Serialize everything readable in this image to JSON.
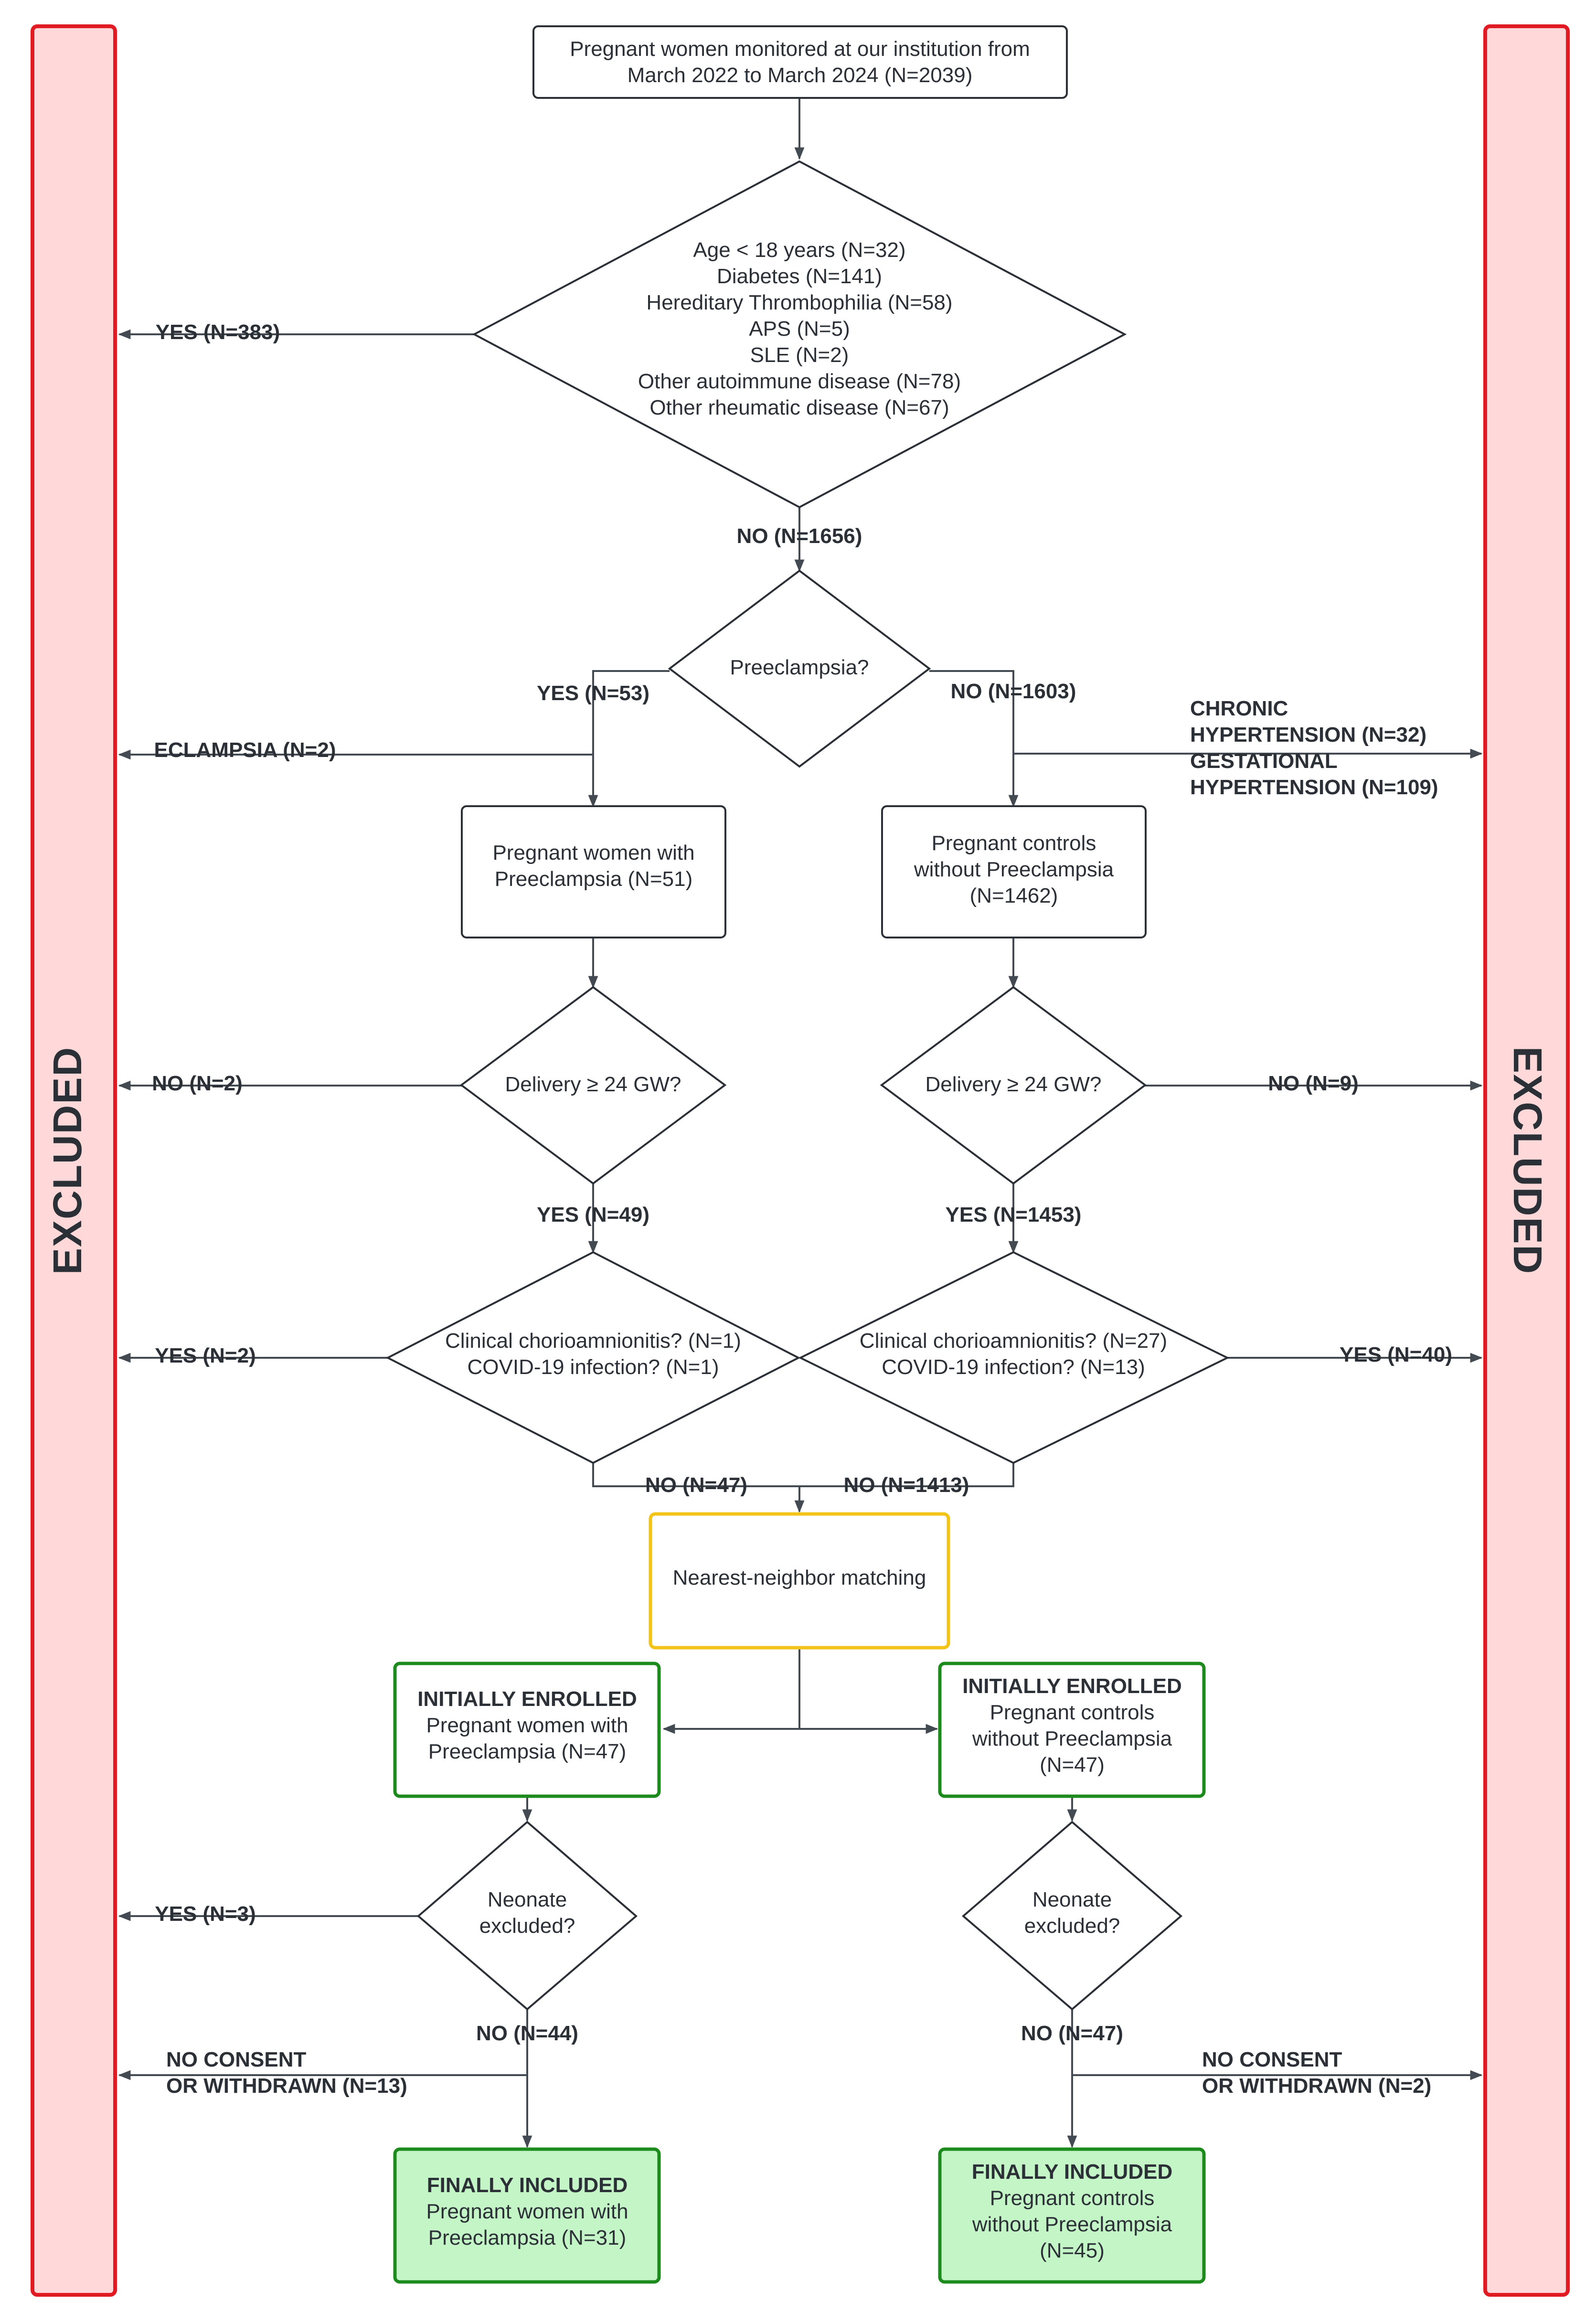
{
  "colors": {
    "excluded_fill": "#ffd9d9",
    "excluded_stroke": "#e01b24",
    "line": "#444a52",
    "matching_stroke": "#f2c318",
    "green_stroke": "#1d8a1d",
    "final_fill": "#c4f5c6",
    "text": "#2b2f36"
  },
  "excluded": {
    "left": "EXCLUDED",
    "right": "EXCLUDED"
  },
  "start": {
    "line1": "Pregnant women monitored at our institution from",
    "line2": "March 2022 to March 2024 (N=2039)"
  },
  "criteria": {
    "lines": [
      "Age < 18 years (N=32)",
      "Diabetes (N=141)",
      "Hereditary Thrombophilia (N=58)",
      "APS (N=5)",
      "SLE (N=2)",
      "Other autoimmune disease (N=78)",
      "Other rheumatic disease (N=67)"
    ],
    "yes": "YES (N=383)",
    "no": "NO (N=1656)"
  },
  "preeclampsia": {
    "question": "Preeclampsia?",
    "yes": "YES (N=53)",
    "no": "NO (N=1603)"
  },
  "eclampsia": "ECLAMPSIA (N=2)",
  "hypertension": [
    "CHRONIC",
    "HYPERTENSION (N=32)",
    "GESTATIONAL",
    "HYPERTENSION (N=109)"
  ],
  "pe_group": {
    "line1": "Pregnant women with",
    "line2": "Preeclampsia (N=51)"
  },
  "ctrl_group": {
    "line1": "Pregnant controls",
    "line2": "without Preeclampsia",
    "line3": "(N=1462)"
  },
  "delivery_left": {
    "question": "Delivery ≥ 24 GW?",
    "no": "NO (N=2)",
    "yes": "YES (N=49)"
  },
  "delivery_right": {
    "question": "Delivery ≥ 24 GW?",
    "no": "NO (N=9)",
    "yes": "YES (N=1453)"
  },
  "chorio_left": {
    "line1": "Clinical chorioamnionitis? (N=1)",
    "line2": "COVID-19 infection? (N=1)",
    "yes": "YES (N=2)",
    "no": "NO (N=47)"
  },
  "chorio_right": {
    "line1": "Clinical chorioamnionitis? (N=27)",
    "line2": "COVID-19 infection? (N=13)",
    "yes": "YES (N=40)",
    "no": "NO (N=1413)"
  },
  "matching": "Nearest-neighbor matching",
  "enrolled_left": {
    "title": "INITIALLY ENROLLED",
    "line1": "Pregnant women with",
    "line2": "Preeclampsia (N=47)"
  },
  "enrolled_right": {
    "title": "INITIALLY ENROLLED",
    "line1": "Pregnant controls",
    "line2": "without Preeclampsia",
    "line3": "(N=47)"
  },
  "neonate_left": {
    "line1": "Neonate",
    "line2": "excluded?",
    "yes": "YES (N=3)",
    "no": "NO (N=44)",
    "consent1": "NO CONSENT",
    "consent2": "OR WITHDRAWN (N=13)"
  },
  "neonate_right": {
    "line1": "Neonate",
    "line2": "excluded?",
    "no": "NO (N=47)",
    "consent1": "NO CONSENT",
    "consent2": "OR WITHDRAWN (N=2)"
  },
  "final_left": {
    "title": "FINALLY INCLUDED",
    "line1": "Pregnant women with",
    "line2": "Preeclampsia (N=31)"
  },
  "final_right": {
    "title": "FINALLY INCLUDED",
    "line1": "Pregnant controls",
    "line2": "without Preeclampsia",
    "line3": "(N=45)"
  }
}
